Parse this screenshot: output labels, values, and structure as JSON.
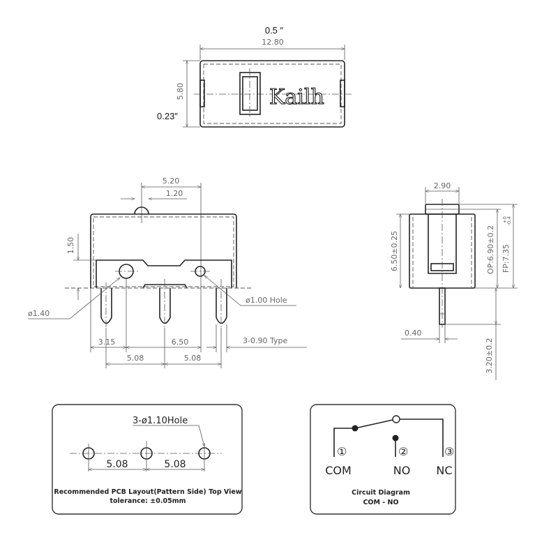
{
  "top_view": {
    "inch_width": "0.5 ″",
    "width_mm": "12.80",
    "height_mm": "5.80",
    "inch_height": "0.23″",
    "brand": "Kailh"
  },
  "front_view": {
    "d_520": "5.20",
    "d_120": "1.20",
    "d_150": "1.50",
    "pin_dia": "ø1.40",
    "hole": "ø1.00 Hole",
    "d_315": "3.15",
    "d_650": "6.50",
    "pin_type": "3-0.90 Type",
    "pitch1": "5.08",
    "pitch2": "5.08"
  },
  "side_view": {
    "d_290": "2.90",
    "body_height": "6.50±0.25",
    "op": "OP:6.90±0.2",
    "fp": "FP:7.35",
    "fp_tol_plus": "+0",
    "fp_tol_minus": "-0.4",
    "pin_thk": "0.40",
    "pin_len": "3.20±0.2"
  },
  "pcb_panel": {
    "hole_label": "3-ø1.10Hole",
    "pitch1": "5.08",
    "pitch2": "5.08",
    "caption": "Recommended PCB Layout(Pattern Side) Top View",
    "tolerance": "tolerance: ±0.05mm"
  },
  "circuit_panel": {
    "pin1": "①",
    "pin2": "②",
    "pin3": "③",
    "com": "COM",
    "no": "NO",
    "nc": "NC",
    "title": "Circuit Diagram",
    "subtitle": "COM - NO"
  }
}
